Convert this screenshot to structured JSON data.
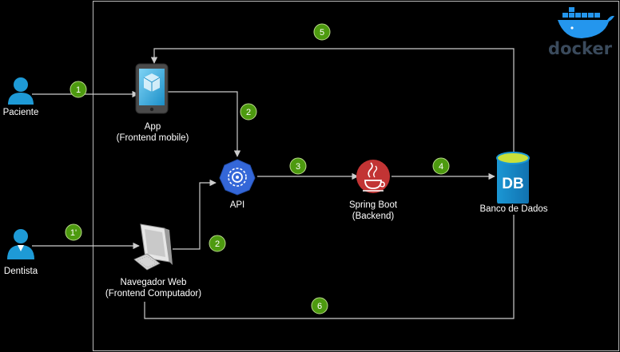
{
  "actors": {
    "paciente": "Paciente",
    "dentista": "Dentista"
  },
  "nodes": {
    "app": {
      "line1": "App",
      "line2": "(Frontend mobile)"
    },
    "web": {
      "line1": "Navegador Web",
      "line2": "(Frontend Computador)"
    },
    "api": {
      "label": "API"
    },
    "spring": {
      "line1": "Spring Boot",
      "line2": "(Backend)"
    },
    "db": {
      "label": "Banco de Dados",
      "icon_text": "DB"
    }
  },
  "steps": {
    "s1": "1",
    "s1b": "1'",
    "s2a": "2",
    "s2b": "2",
    "s3": "3",
    "s4": "4",
    "s5": "5",
    "s6": "6"
  },
  "logo": {
    "text": "docker"
  },
  "colors": {
    "background": "#000000",
    "container_border": "#bbbbbb",
    "edge": "#cccccc",
    "badge_fill": "#4d9a0f",
    "badge_stroke": "#b8d989",
    "actor_blue": "#1e9ad6",
    "api_blue": "#3467d8",
    "spring_red": "#c23434",
    "db_blue": "#1b97d4",
    "db_top": "#c9e03a",
    "docker_blue": "#2496ed"
  }
}
